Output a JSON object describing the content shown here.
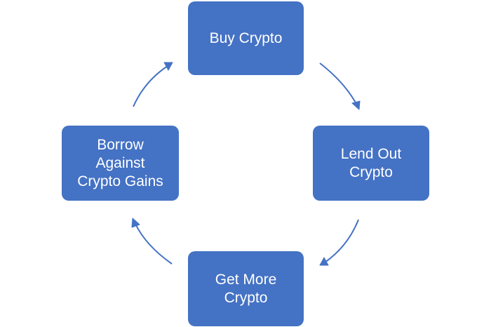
{
  "diagram": {
    "type": "cycle",
    "accent_color": "#4472c4",
    "text_color": "#ffffff",
    "nodes": [
      {
        "id": "buy",
        "label": "Buy Crypto"
      },
      {
        "id": "lend",
        "label": "Lend Out\nCrypto"
      },
      {
        "id": "get",
        "label": "Get More\nCrypto"
      },
      {
        "id": "borrow",
        "label": "Borrow\nAgainst\nCrypto Gains"
      }
    ],
    "connections": [
      {
        "from": "buy",
        "to": "lend"
      },
      {
        "from": "lend",
        "to": "get"
      },
      {
        "from": "get",
        "to": "borrow"
      },
      {
        "from": "borrow",
        "to": "buy"
      }
    ],
    "direction": "clockwise"
  }
}
